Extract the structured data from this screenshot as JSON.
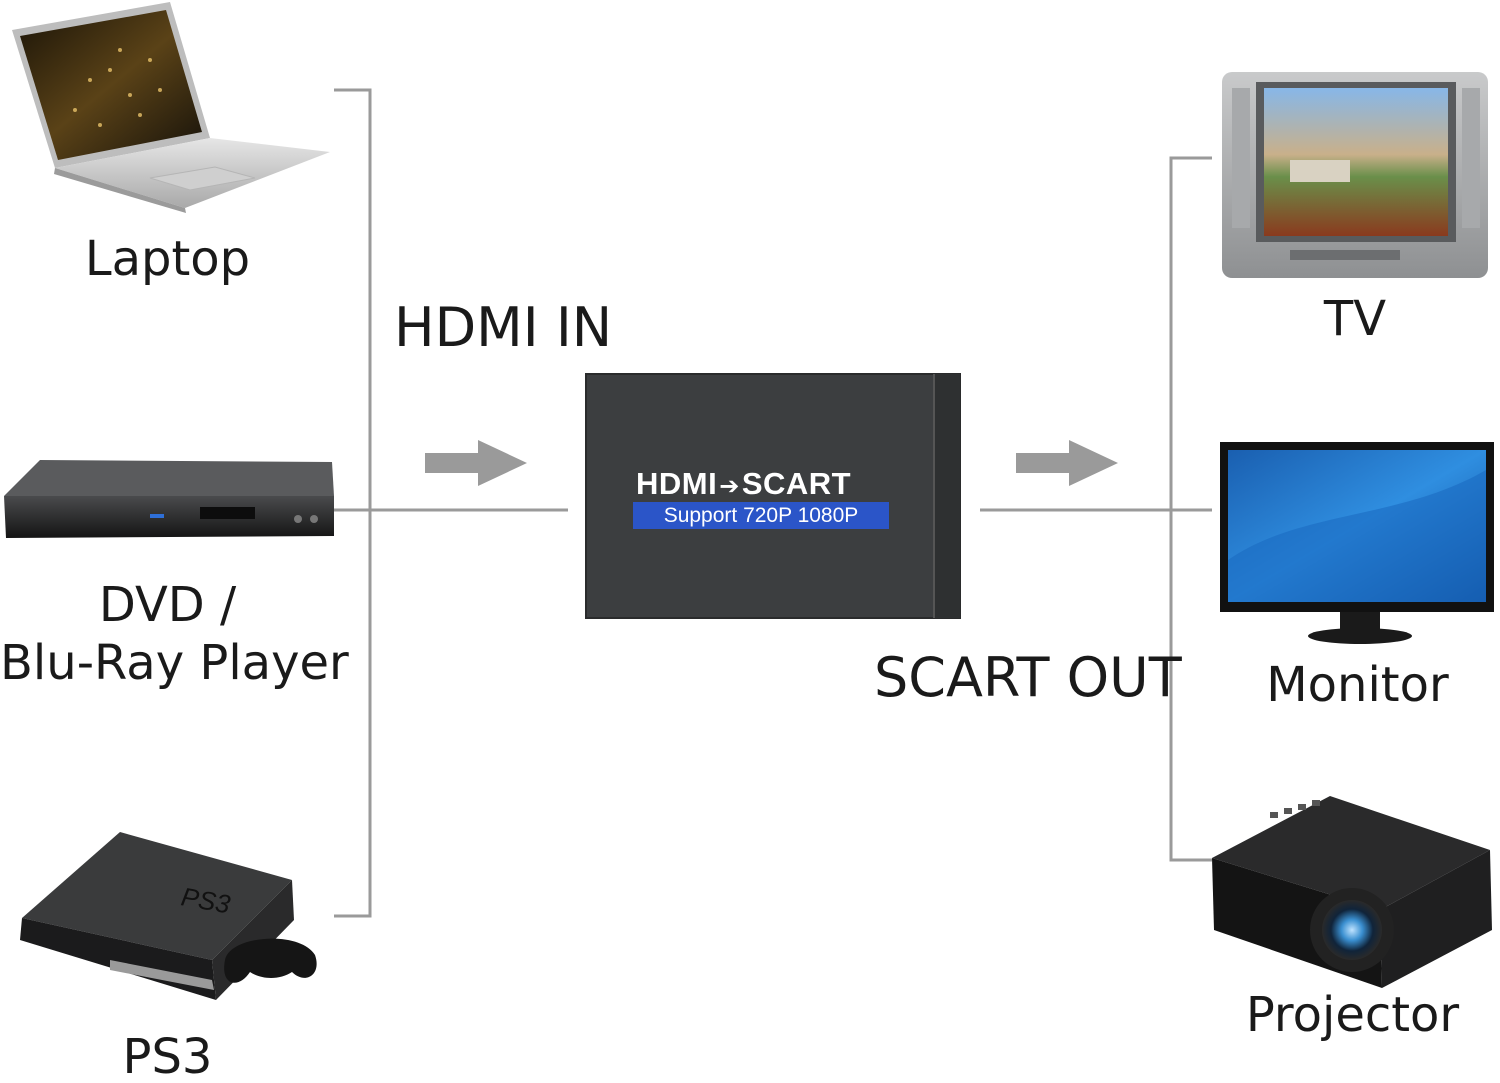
{
  "labels": {
    "input_devices": [
      "Laptop",
      "DVD /",
      "Blu-Ray Player",
      "PS3"
    ],
    "output_devices": [
      "TV",
      "Monitor",
      "Projector"
    ],
    "hdmi_in": "HDMI IN",
    "scart_out": "SCART OUT"
  },
  "converter": {
    "title": "HDMI",
    "arrow": "➔",
    "title_right": "SCART",
    "subtitle": "Support 720P 1080P"
  },
  "colors": {
    "connector_line": "#9a9a9a",
    "arrow": "#9a9a9a",
    "converter_body": "#3a3c3e",
    "badge_blue": "#2b55c8",
    "monitor_screen": "#1f78c9"
  }
}
